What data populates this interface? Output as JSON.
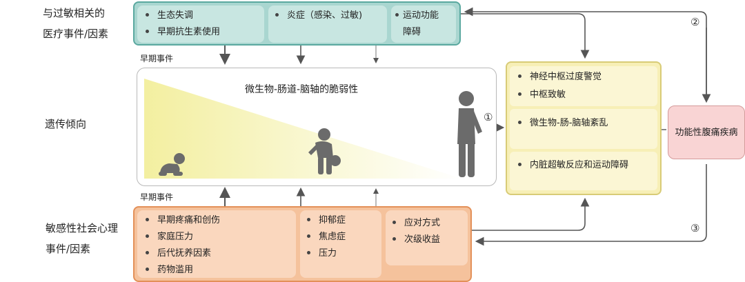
{
  "side_labels": {
    "top_line1": "与过敏相关的",
    "top_line2": "医疗事件/因素",
    "middle": "遗传倾向",
    "bottom_line1": "敏感性社会心理",
    "bottom_line2": "事件/因素"
  },
  "top_block": {
    "cell1": [
      "生态失调",
      "早期抗生素使用"
    ],
    "cell2": [
      "炎症（感染、过敏)"
    ],
    "cell3_line1": "运动功能",
    "cell3_line2": "障碍"
  },
  "early_event_top": "早期事件",
  "early_event_bottom": "早期事件",
  "middle_title": "微生物-肠道-脑轴的脆弱性",
  "yellow_block": {
    "cell1": [
      "神经中枢过度警觉",
      "中枢致敏"
    ],
    "cell2": [
      "微生物-肠-脑轴紊乱"
    ],
    "cell3": [
      "内脏超敏反应和运动障碍"
    ]
  },
  "outcome": "功能性腹痛疾病",
  "bottom_block": {
    "cell1": [
      "早期疼痛和创伤",
      "家庭压力",
      "后代抚养因素",
      "药物滥用"
    ],
    "cell2": [
      "抑郁症",
      "焦虑症",
      "压力"
    ],
    "cell3": [
      "应对方式",
      "次级收益"
    ]
  },
  "markers": {
    "m1": "①",
    "m2": "②",
    "m3": "③"
  },
  "colors": {
    "teal": "#a9d6d0",
    "orange": "#f5c29c",
    "yellow": "#f7efb6",
    "pink": "#f9d4d4",
    "figure": "#6b6b6b"
  }
}
